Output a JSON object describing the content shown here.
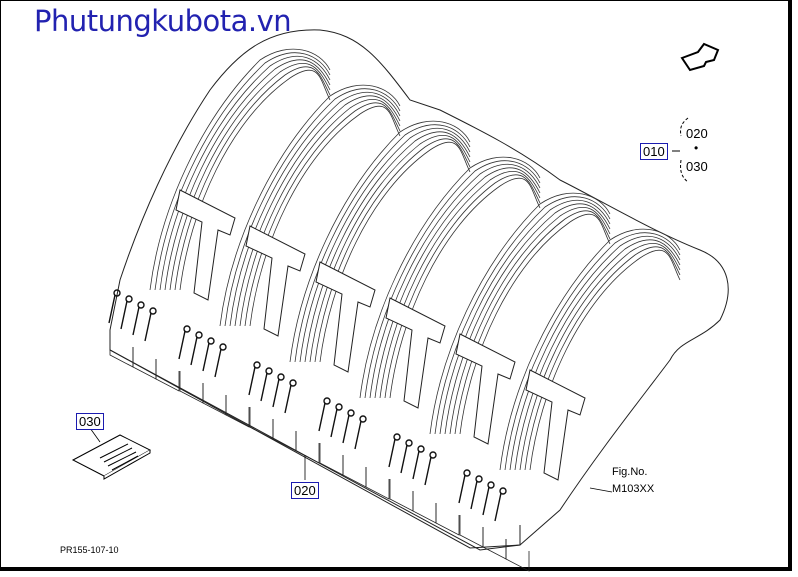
{
  "watermark": "Phutungkubota.vn",
  "callouts": {
    "main_ref": "010",
    "sub_refs": [
      "020",
      "030"
    ],
    "dot": "•",
    "part_020": "020",
    "part_030": "030"
  },
  "figure": {
    "label": "Fig.No.",
    "number": "M103XX"
  },
  "page_code": "PR155-107-10"
}
